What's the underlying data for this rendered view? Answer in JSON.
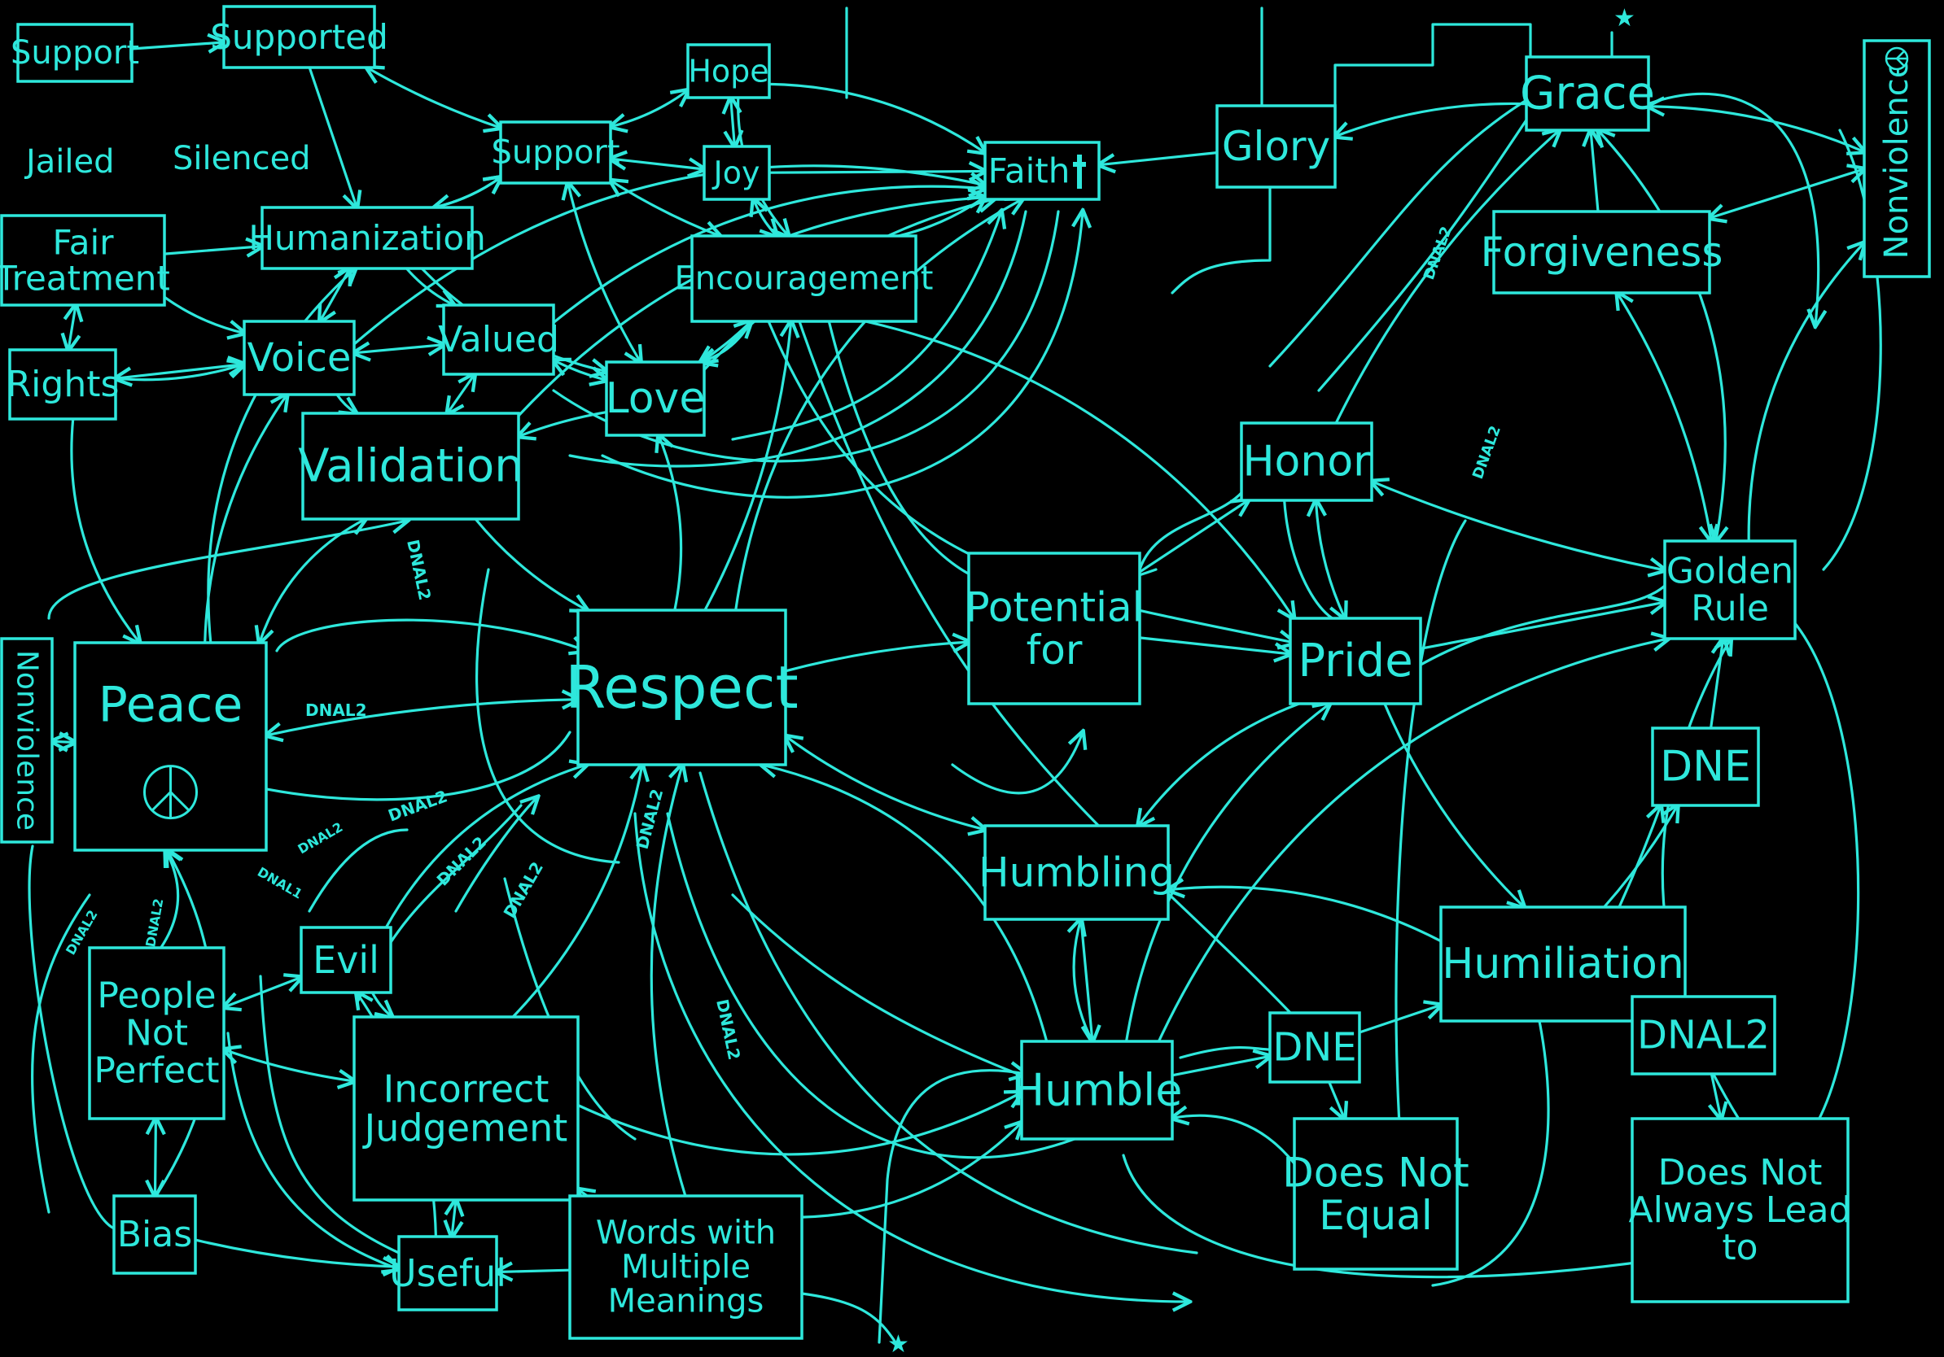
{
  "colors": {
    "background": "#000000",
    "ink": "#2ee8dc"
  },
  "nodes": {
    "support_top_left": "Support",
    "supported": "Supported",
    "support_center": "Support",
    "hope": "Hope",
    "joy": "Joy",
    "faith": "Faith",
    "glory": "Glory",
    "grace": "Grace",
    "nonviolence_right": "Nonviolence",
    "fair_treatment_line1": "Fair",
    "fair_treatment_line2": "Treatment",
    "humanization": "Humanization",
    "encouragement": "Encouragement",
    "forgiveness": "Forgiveness",
    "rights": "Rights",
    "voice": "Voice",
    "valued": "Valued",
    "love": "Love",
    "validation": "Validation",
    "honor": "Honor",
    "golden_rule_line1": "Golden",
    "golden_rule_line2": "Rule",
    "nonviolence_left": "Nonviolence",
    "peace": "Peace",
    "respect": "Respect",
    "potential_for_line1": "Potential",
    "potential_for_line2": "for",
    "pride": "Pride",
    "dne_right": "DNE",
    "humbling": "Humbling",
    "people_not_perfect_line1": "People",
    "people_not_perfect_line2": "Not",
    "people_not_perfect_line3": "Perfect",
    "evil": "Evil",
    "incorrect_judgement_line1": "Incorrect",
    "incorrect_judgement_line2": "Judgement",
    "humiliation": "Humiliation",
    "humble": "Humble",
    "dne_mid": "DNE",
    "dnal2_box": "DNAL2",
    "does_not_equal_line1": "Does Not",
    "does_not_equal_line2": "Equal",
    "does_not_always_line1": "Does Not",
    "does_not_always_line2": "Always Lead",
    "does_not_always_line3": "to",
    "bias": "Bias",
    "useful": "Useful",
    "words_line1": "Words with",
    "words_line2": "Multiple",
    "words_line3": "Meanings"
  },
  "free_text": {
    "jailed": "Jailed",
    "silenced": "Silenced",
    "star": "★"
  },
  "edge_labels": {
    "dnal2": "DNAL2",
    "dnal1": "DNAL1"
  }
}
